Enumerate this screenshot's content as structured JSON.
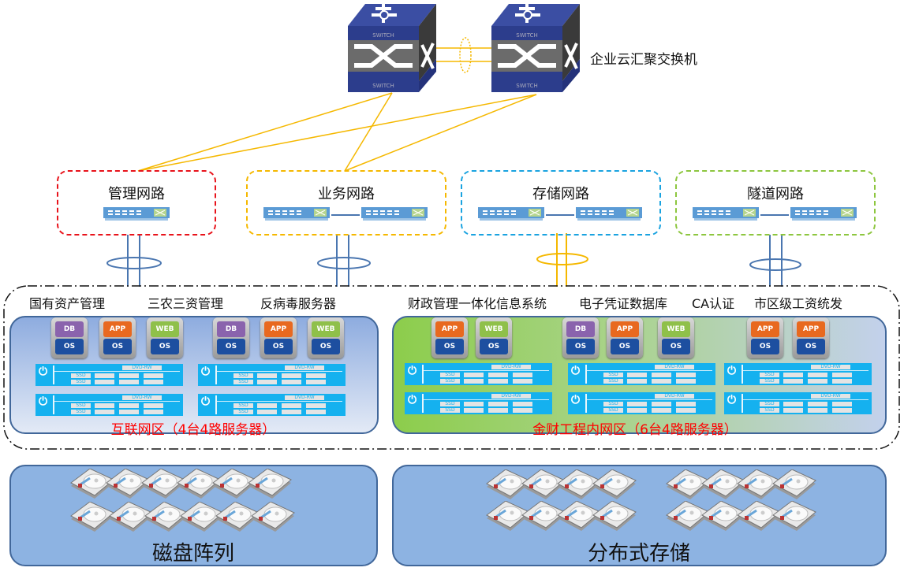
{
  "core_switch": {
    "label": "企业云汇聚交换机",
    "device_text": "SWITCH"
  },
  "networks": [
    {
      "name": "管理网路",
      "color": "#e8131b",
      "switches": 1
    },
    {
      "name": "业务网路",
      "color": "#f5b800",
      "switches": 2
    },
    {
      "name": "存储网路",
      "color": "#1aa3e0",
      "switches": 2
    },
    {
      "name": "隧道网路",
      "color": "#8dc63f",
      "switches": 2
    }
  ],
  "systems": [
    "国有资产管理",
    "三农三资管理",
    "反病毒服务器",
    "财政管理一体化信息系统",
    "电子凭证数据库",
    "CA认证",
    "市区级工资统发"
  ],
  "zones": {
    "internet": {
      "label": "互联网区（4台4路服务器）",
      "stacks": [
        "DB",
        "APP",
        "WEB",
        "DB",
        "APP",
        "WEB"
      ]
    },
    "intranet": {
      "label": "金财工程内网区（6台4路服务器）",
      "stacks": [
        "APP",
        "WEB",
        "DB",
        "APP",
        "WEB",
        "APP",
        "APP"
      ]
    }
  },
  "stack_base": "OS",
  "server_labels": {
    "dvd": "DVD-RW",
    "ssd": "SSD"
  },
  "chip_colors": {
    "DB": "#8a63ad",
    "APP": "#e8691f",
    "WEB": "#8fc04a",
    "OS": "#1d4fa0"
  },
  "storage": {
    "disk_array": "磁盘阵列",
    "distributed": "分布式存储"
  }
}
